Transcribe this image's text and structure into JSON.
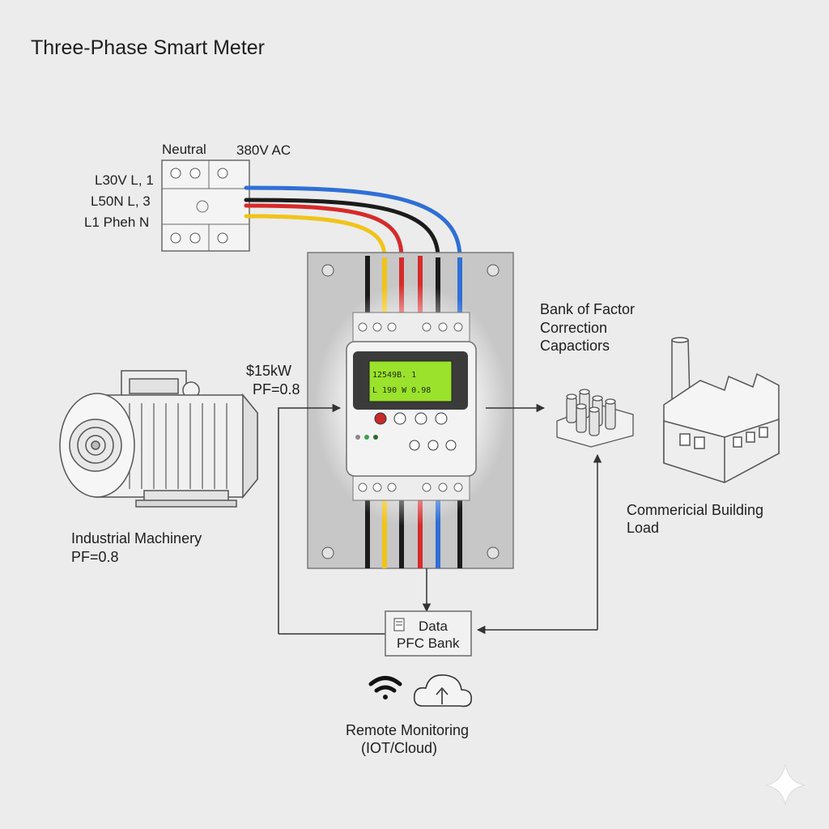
{
  "title": "Three-Phase Smart Meter",
  "supply": {
    "neutral_label": "Neutral",
    "voltage_label": "380V AC",
    "terminal_labels": [
      "L30V L, 1",
      "L50N L, 3",
      "L1 Pheh N"
    ]
  },
  "machinery": {
    "power_label": "$15kW",
    "pf_top_label": "PF=0.8",
    "name_label": "Industrial Machinery",
    "pf_label": "PF=0.8"
  },
  "capacitors": {
    "label_lines": [
      "Bank of Factor",
      "Correction",
      "Capactiors"
    ]
  },
  "building": {
    "label_lines": [
      "Commericial Building",
      "Load"
    ]
  },
  "data_box": {
    "line1": "Data",
    "line2": "PFC Bank"
  },
  "remote": {
    "line1": "Remote Monitoring",
    "line2": "(IOT/Cloud)"
  },
  "meter": {
    "lcd_line1": "12549B. 1",
    "lcd_line2": "L 190  W 0.98"
  },
  "colors": {
    "phase_blue": "#2f6fd6",
    "phase_black": "#1b1b1b",
    "phase_red": "#d62a2a",
    "phase_yellow": "#f0c419",
    "lcd_green": "#9be22c",
    "panel_gray": "#c7c7c7"
  }
}
